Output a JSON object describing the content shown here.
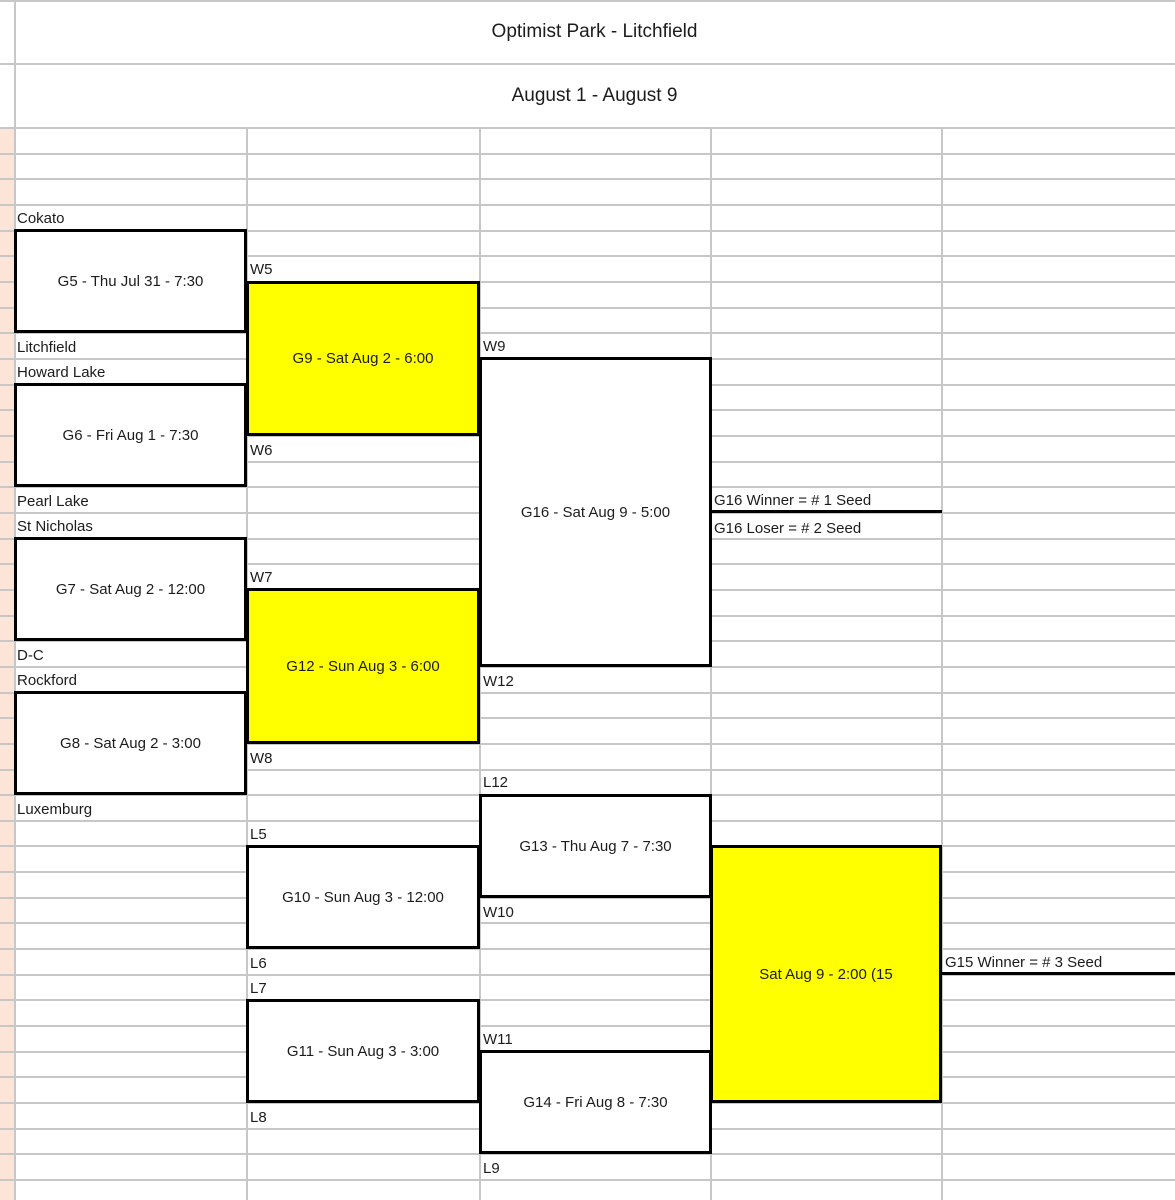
{
  "window": {
    "title": "Optimist Park - Litchfield",
    "subtitle": "August 1 - August 9"
  },
  "games": {
    "g5": "G5 - Thu Jul 31 - 7:30",
    "g6": "G6 - Fri Aug 1 - 7:30",
    "g7": "G7 - Sat Aug 2 - 12:00",
    "g8": "G8 - Sat Aug 2 - 3:00",
    "g9": "G9 - Sat Aug 2 - 6:00",
    "g10": "G10 - Sun Aug 3 - 12:00",
    "g11": "G11 - Sun Aug 3 - 3:00",
    "g12": "G12 - Sun Aug 3 - 6:00",
    "g13": "G13 - Thu Aug 7 - 7:30",
    "g14": "G14 - Fri Aug 8 - 7:30",
    "g15": "Sat Aug 9 - 2:00 (15",
    "g16": "G16 - Sat Aug 9 - 5:00"
  },
  "teams": {
    "cokato": "Cokato",
    "litchfield": "Litchfield",
    "howard_lake": "Howard Lake",
    "pearl_lake": "Pearl Lake",
    "st_nicholas": "St Nicholas",
    "dc": "D-C",
    "rockford": "Rockford",
    "luxemburg": "Luxemburg"
  },
  "slots": {
    "w5": "W5",
    "w6": "W6",
    "w7": "W7",
    "w8": "W8",
    "w9": "W9",
    "w10": "W10",
    "w11": "W11",
    "w12": "W12",
    "l5": "L5",
    "l6": "L6",
    "l7": "L7",
    "l8": "L8",
    "l9": "L9",
    "l12": "L12"
  },
  "seeds": {
    "g16_winner": "G16 Winner = # 1 Seed",
    "g16_loser": "G16 Loser = # 2 Seed",
    "g15_winner": "G15 Winner = # 3 Seed"
  },
  "colors": {
    "highlight": "#ffff00",
    "left_strip": "#fce4d6",
    "gridline": "#c7c7c7",
    "box_border": "#000000"
  }
}
